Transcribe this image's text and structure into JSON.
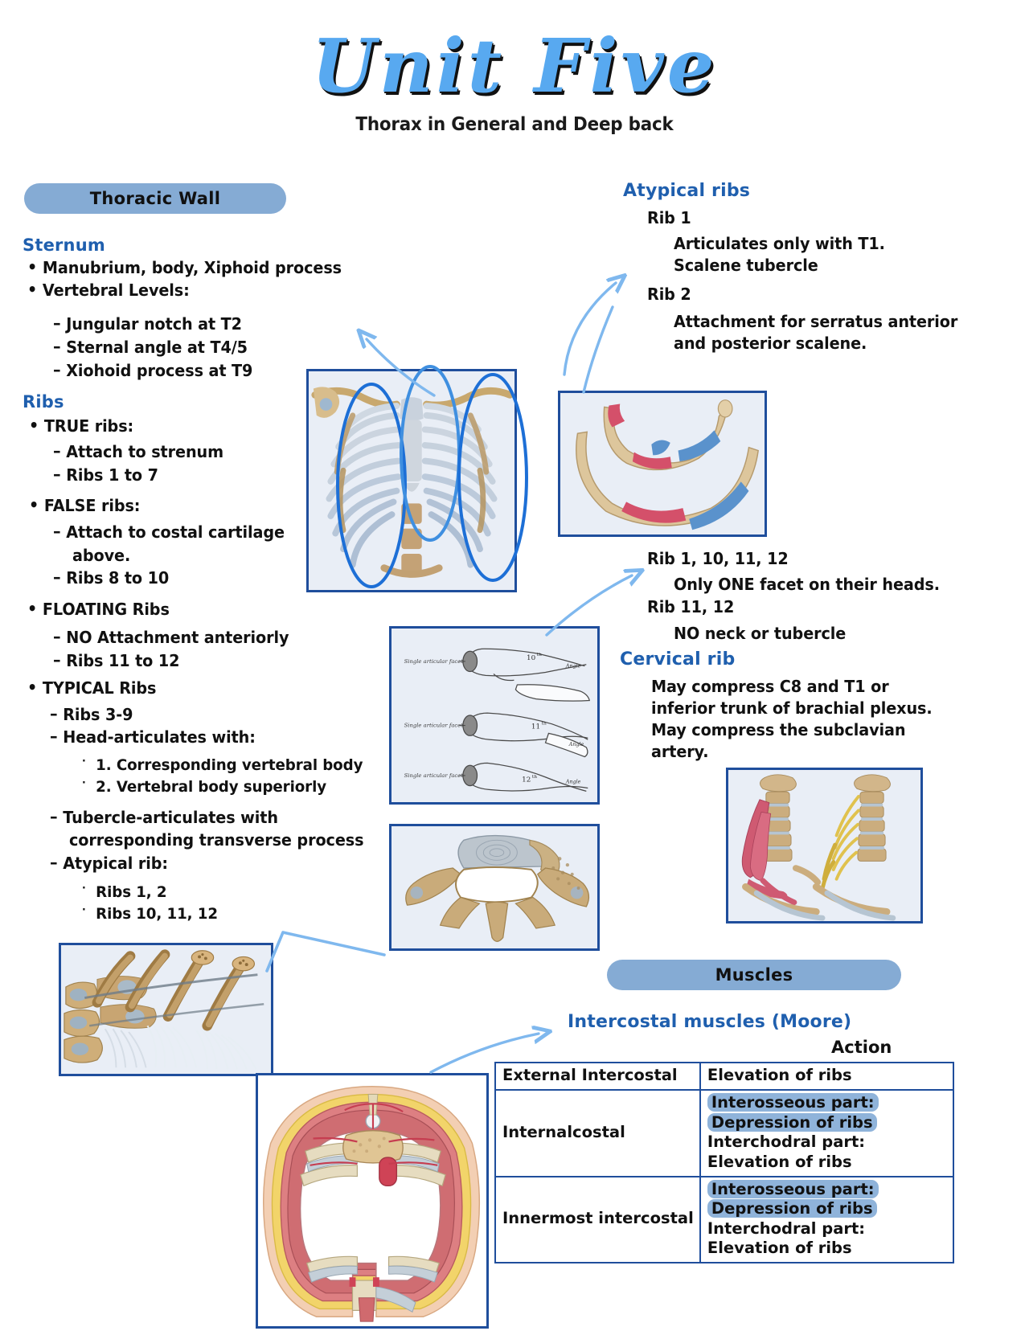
{
  "title": "Unit Five",
  "subtitle": "Thorax in General and Deep back",
  "sections": {
    "thoracic_wall_pill": "Thoracic Wall",
    "muscles_pill": "Muscles"
  },
  "sternum": {
    "heading": "Sternum",
    "b1": "Manubrium, body, Xiphoid process",
    "b2": "Vertebral Levels:",
    "s1": "Jungular notch at T2",
    "s2": "Sternal angle at T4/5",
    "s3": "Xiohoid process at T9"
  },
  "ribs": {
    "heading": "Ribs",
    "true_ribs": "TRUE ribs:",
    "true_1": "Attach to strenum",
    "true_2": "Ribs 1 to 7",
    "false_ribs": "FALSE ribs:",
    "false_1": "Attach to costal cartilage",
    "false_1b": "above.",
    "false_2": "Ribs 8 to 10",
    "floating_ribs": "FLOATING Ribs",
    "float_1": "NO Attachment anteriorly",
    "float_2": "Ribs 11 to 12",
    "typical_ribs": "TYPICAL Ribs",
    "typ_1": "Ribs 3-9",
    "typ_2": "Head-articulates with:",
    "typ_2a": "1. Corresponding vertebral body",
    "typ_2b": "2. Vertebral body superiorly",
    "typ_3": "Tubercle-articulates with",
    "typ_3b": "corresponding transverse process",
    "typ_4": "Atypical rib:",
    "typ_4a": "Ribs 1, 2",
    "typ_4b": "Ribs 10, 11, 12"
  },
  "atypical": {
    "heading": "Atypical ribs",
    "rib1": "Rib 1",
    "rib1_a": "Articulates only with T1.",
    "rib1_b": "Scalene tubercle",
    "rib2": "Rib 2",
    "rib2_a": "Attachment for serratus anterior",
    "rib2_b": "and posterior scalene.",
    "group1": "Rib 1, 10, 11, 12",
    "group1_a": "Only ONE  facet on their heads.",
    "group2": "Rib 11, 12",
    "group2_a": "NO neck or tubercle"
  },
  "cervical": {
    "heading": "Cervical rib",
    "l1": "May compress C8 and T1 or",
    "l2": "inferior trunk of brachial plexus.",
    "l3": "May compress the subclavian",
    "l4": "artery."
  },
  "muscles": {
    "table_title": "Intercostal muscles (Moore)",
    "action_header": "Action",
    "rows": [
      {
        "muscle": "External Intercostal",
        "action_plain": "Elevation of ribs",
        "action_hl": "",
        "action_tail": ""
      },
      {
        "muscle": "Internalcostal",
        "action_hl": "Interosseous part: Depression of ribs",
        "action_tail": "Interchodral part: Elevation of ribs"
      },
      {
        "muscle": "Innermost intercostal",
        "action_hl": "Interosseous part: Depression of ribs",
        "action_tail": "Interchodral part: Elevation of ribs"
      }
    ]
  },
  "figure_labels": {
    "ribcage": "anterior thoracic cage with sternum",
    "rib12": "first and second ribs superior view",
    "graylines": "line drawing of ribs 10, 11, 12",
    "gray_facet": "Single articular facet",
    "gray_10": "10th",
    "gray_11": "11th",
    "gray_12": "12th",
    "gray_angle": "Angle",
    "vertebra": "thoracic vertebra superior view",
    "cervical_rib_img": "cervical spine with scalene muscles and brachial plexus",
    "costovertebral": "costovertebral joints and ligaments",
    "crosssection": "thoracic wall cross section"
  },
  "colors": {
    "pill": "#85abd4",
    "heading_blue": "#1f5fae",
    "figure_border": "#1f4e9c",
    "arrow_blue": "#7fb8ee",
    "annot_blue": "#1d6fd6",
    "highlight": "#8fb3da",
    "title_blue": "#58a9f0"
  }
}
